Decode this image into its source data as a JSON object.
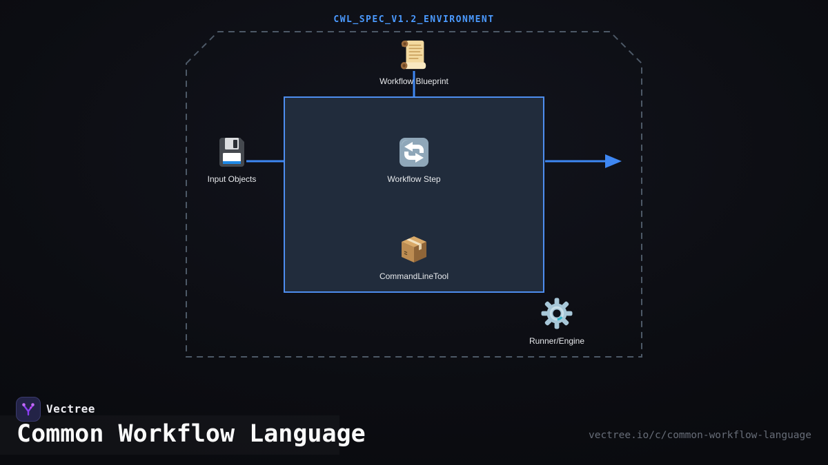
{
  "diagram": {
    "environment_title": "CWL_SPEC_V1.2_ENVIRONMENT",
    "nodes": {
      "blueprint": {
        "label": "Workflow Blueprint",
        "icon": "scroll-icon",
        "icon_glyph": "📜"
      },
      "input_objects": {
        "label": "Input Objects",
        "icon": "floppy-disk-icon",
        "icon_glyph": "💾"
      },
      "workflow_step": {
        "label": "Workflow Step",
        "icon": "arrows-cycle-icon",
        "icon_glyph": "🔄"
      },
      "command_line_tool": {
        "label": "CommandLineTool",
        "icon": "package-icon",
        "icon_glyph": "📦"
      },
      "runner_engine": {
        "label": "Runner/Engine",
        "icon": "gear-icon",
        "icon_glyph": "⚙️"
      }
    }
  },
  "footer": {
    "brand_name": "Vectree",
    "page_title": "Common Workflow Language",
    "url": "vectree.io/c/common-workflow-language"
  },
  "colors": {
    "background": "#0d0e14",
    "environment_title_blue": "#4b9aff",
    "connector_blue": "#3e87f2",
    "step_box_fill": "#212c3c",
    "step_box_border": "#4e8ef0",
    "dashed_boundary": "#4d5967",
    "label_text": "#e7e9ec",
    "url_gray": "#676d78",
    "brand_purple": "#a855f7"
  }
}
